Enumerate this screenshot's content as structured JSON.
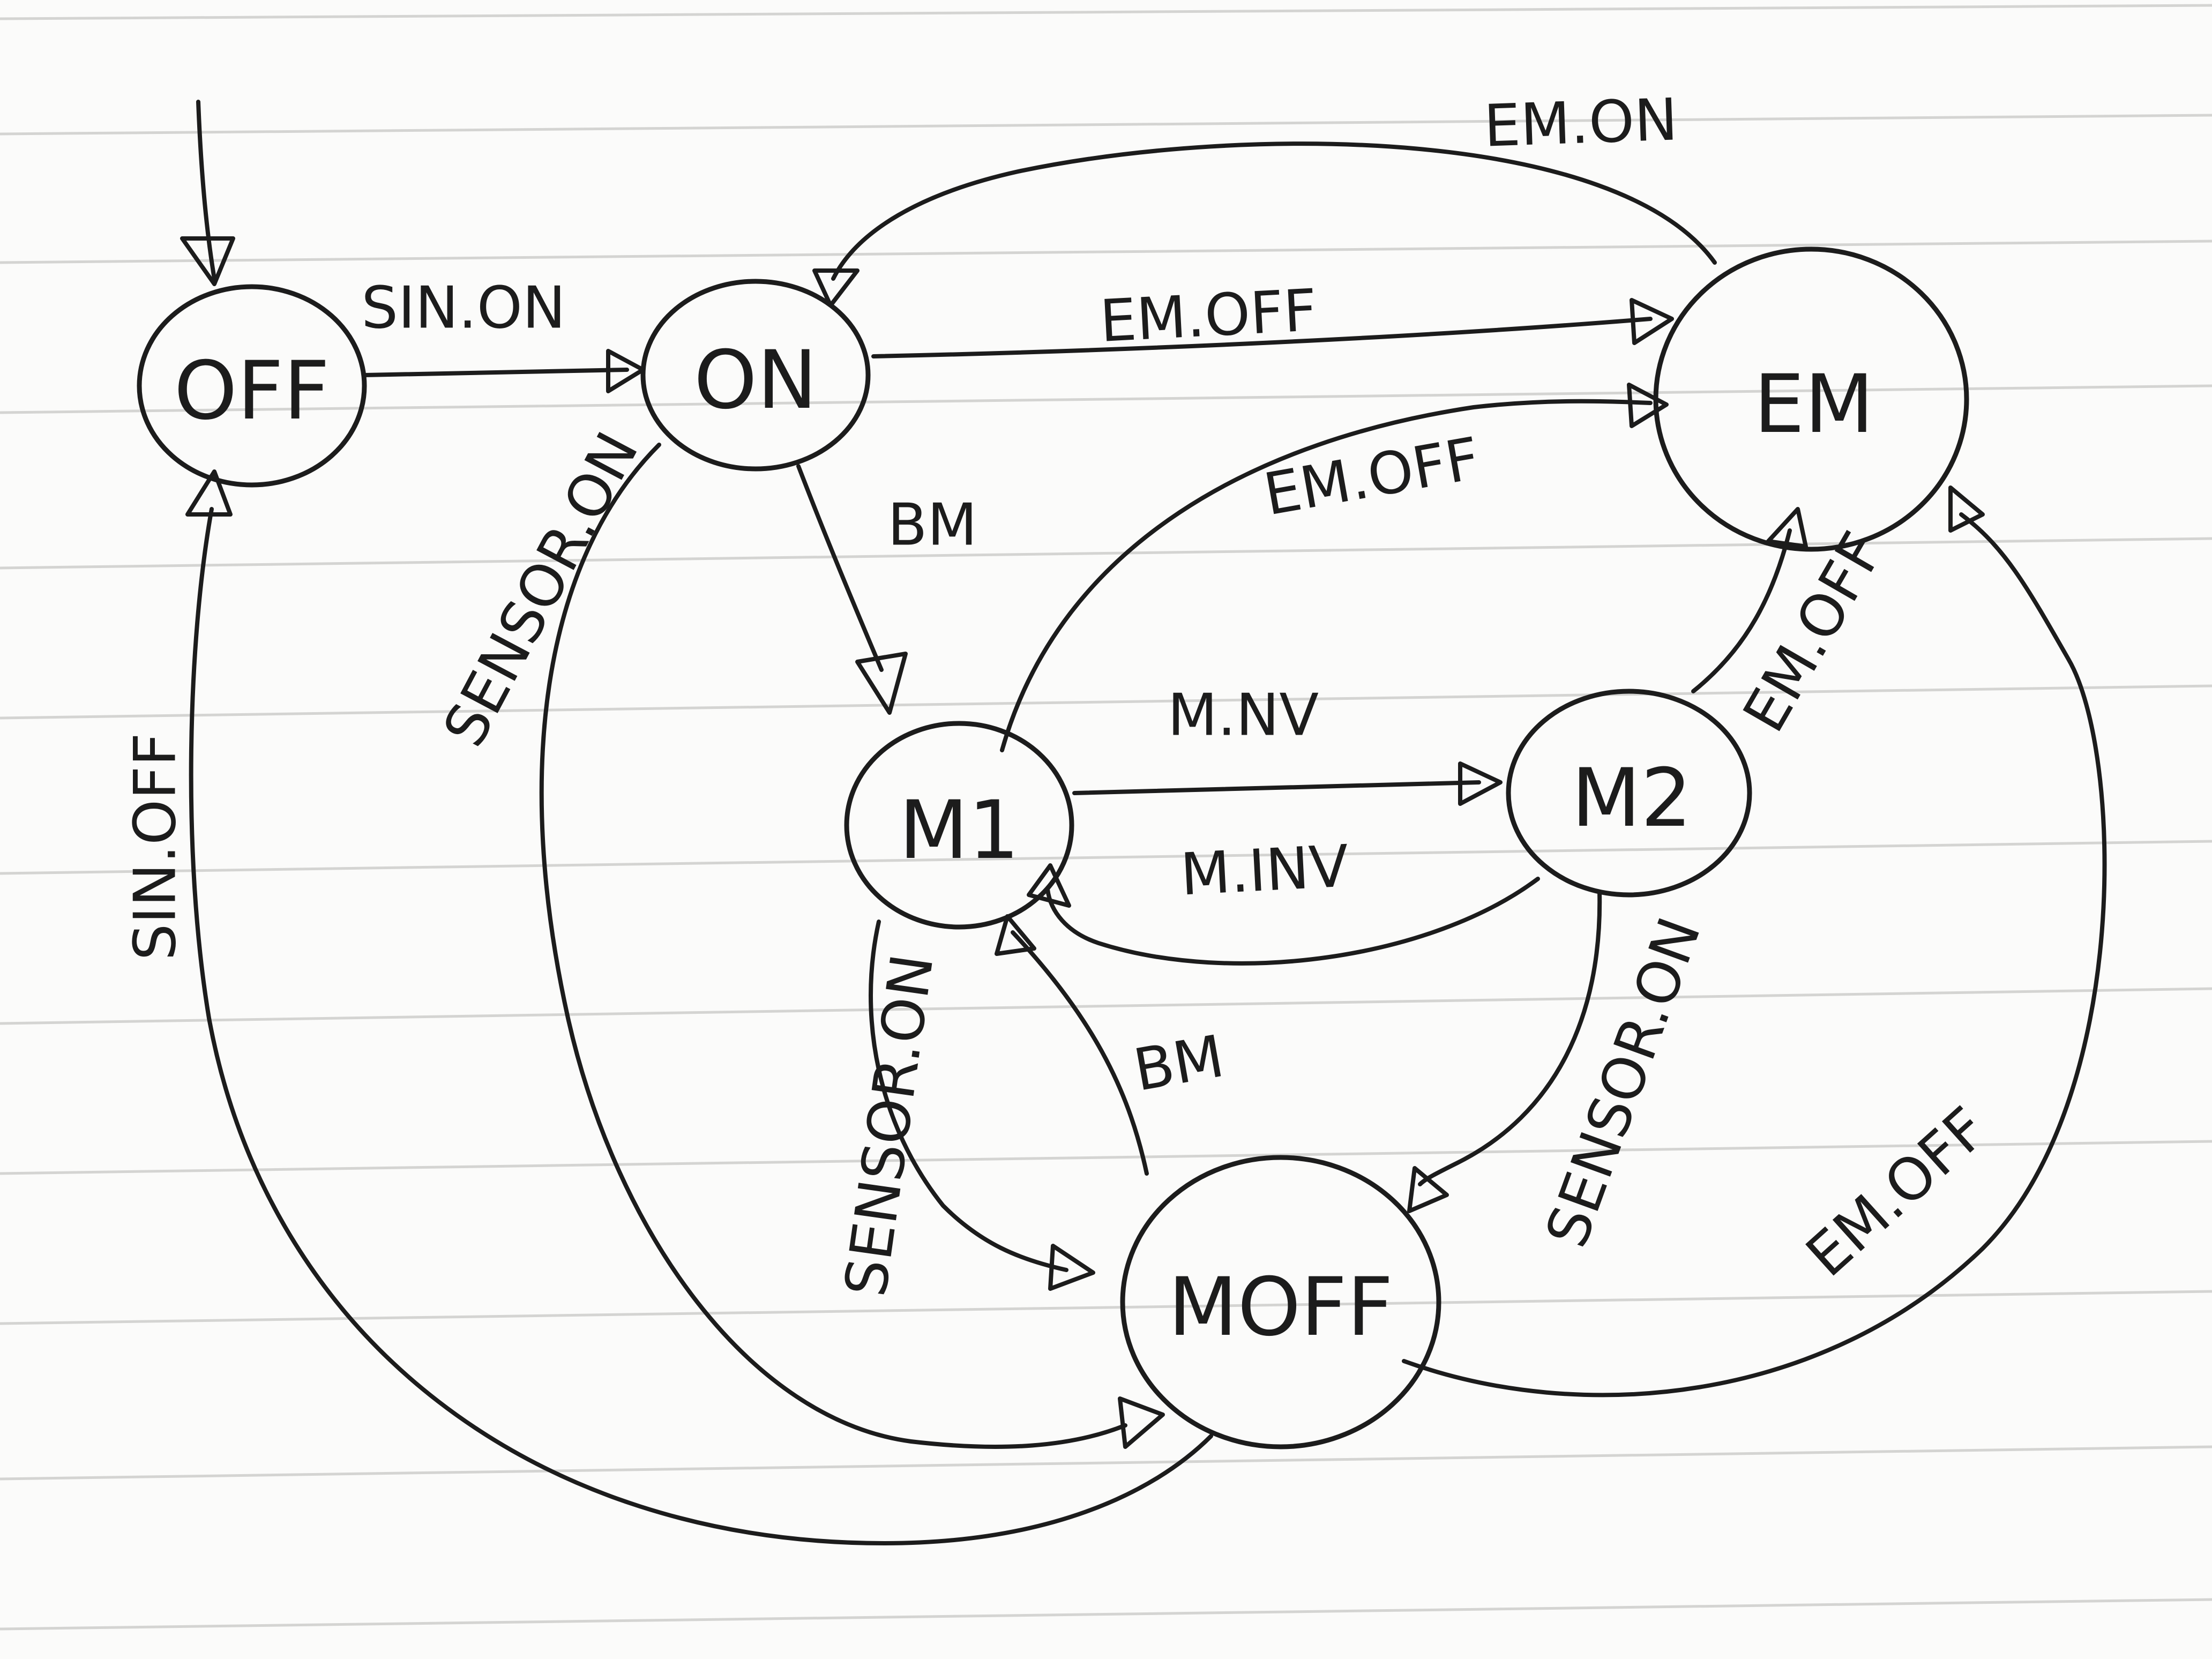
{
  "paper": {
    "ink_color": "#1c1c1c",
    "rule_color": "#d4d4d2",
    "background": "#fbfbfa"
  },
  "states": {
    "off": "OFF",
    "on": "ON",
    "em": "EM",
    "m1": "M1",
    "m2": "M2",
    "moff": "MOFF"
  },
  "transitions": {
    "off_on": "SIN.ON",
    "on_em": "EM.OFF",
    "em_on": "EM.ON",
    "on_m1": "BM",
    "on_moff": "SENSOR.ON",
    "m1_em": "EM.OFF",
    "m1_m2": "M.NV",
    "m2_m1": "M.INV",
    "m2_em": "EM.OFF",
    "m1_moff": "SENSOR.ON",
    "moff_m1": "BM",
    "m2_moff": "SENSOR.ON",
    "moff_em": "EM.OFF",
    "moff_off": "SIN.OFF"
  }
}
